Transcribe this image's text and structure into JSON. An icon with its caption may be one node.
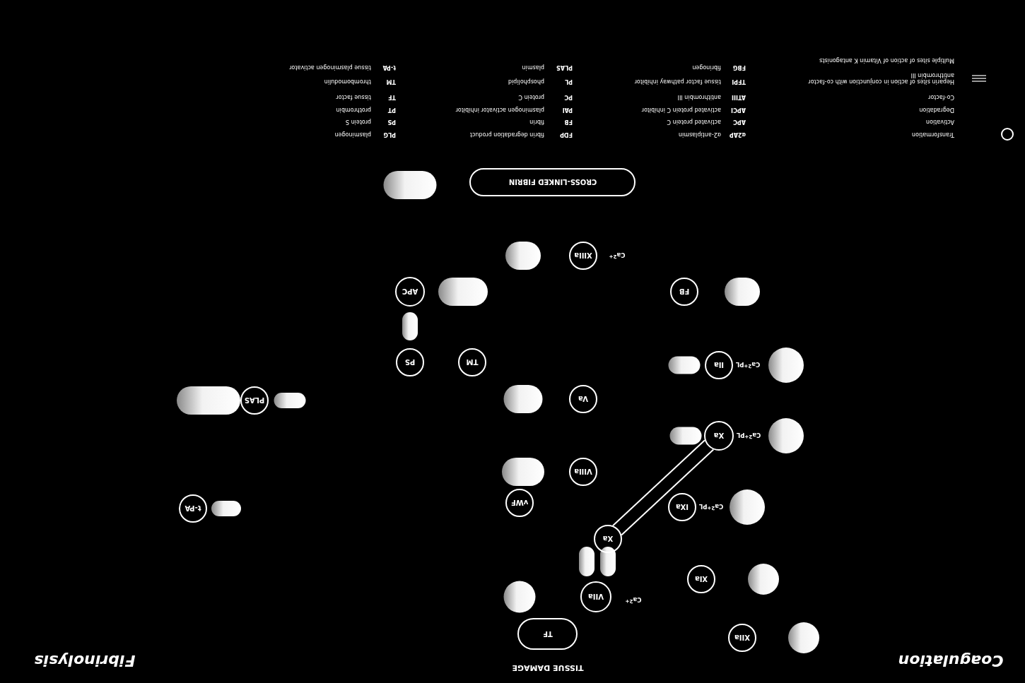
{
  "diagram": {
    "nodes": [
      {
        "text": [
          "XIIa"
        ]
      },
      {
        "text": [
          "TISSUE DAMAGE",
          "TF"
        ]
      },
      {
        "text": [
          "VIIa"
        ],
        "beside": [
          "Ca$^{2+}$"
        ]
      },
      {
        "text": [
          "XIa"
        ]
      },
      {
        "text": [
          "Xa"
        ]
      },
      {
        "text": [
          "IXa"
        ],
        "beside": [
          "Ca$^{2+}$PL"
        ]
      },
      {
        "text": [
          "vWF"
        ]
      },
      {
        "text": [
          "t-PA"
        ]
      },
      {
        "text": [
          "VIIIa"
        ]
      },
      {
        "text": [
          "Xa"
        ],
        "beside": [
          "Ca$^{2+}$PL"
        ]
      },
      {
        "text": [
          "Va"
        ]
      },
      {
        "text": [
          "PLAS"
        ]
      },
      {
        "text": [
          "IIa"
        ],
        "beside": [
          "Ca$^{2+}$PL"
        ]
      },
      {
        "text": [
          "TM"
        ]
      },
      {
        "text": [
          "PS"
        ]
      },
      {
        "text": [
          "FB"
        ]
      },
      {
        "text": [
          "APC"
        ]
      },
      {
        "text": [
          "XIIIa"
        ],
        "beside": [
          "Ca$^{2+}$"
        ]
      },
      {
        "text": [
          "CROSS-LINKED FIBRIN"
        ]
      },
      {
        "text": [],
        "shape": "circle"
      },
      {
        "text": [],
        "shape": "capsule"
      },
      {
        "text": [],
        "shape": "capsule"
      },
      {
        "text": [],
        "shape": "capsule"
      },
      {
        "text": [],
        "shape": "circle"
      },
      {
        "text": [],
        "shape": "circle"
      },
      {
        "text": [],
        "shape": "capsule"
      },
      {
        "text": [],
        "shape": "circle"
      },
      {
        "text": [],
        "shape": "capsule"
      },
      {
        "text": [],
        "shape": "circle"
      },
      {
        "text": [],
        "shape": "circle"
      },
      {
        "text": [],
        "shape": "capsule"
      },
      {
        "text": [],
        "shape": "capsule"
      },
      {
        "text": [],
        "shape": "capsule"
      },
      {
        "text": [],
        "shape": "capsule"
      },
      {
        "text": [],
        "shape": "capsule"
      },
      {
        "text": [],
        "shape": "capsule"
      },
      {
        "text": [],
        "shape": "capsule"
      },
      {
        "text": [],
        "shape": "capsule"
      },
      {
        "text": [],
        "shape": "capsule"
      }
    ],
    "edges": [
      {
        "from": 4,
        "to": 9,
        "arrow": "none"
      },
      {
        "from": 4,
        "to": 9,
        "arrow": "none"
      }
    ],
    "labels": [
      "Coagulation",
      "Fibrinolysis",
      "α2AP",
      "α2-antiplasmin",
      "FDP",
      "fibrin degradation product",
      "PLG",
      "plasminogen",
      "APC",
      "activated protein C",
      "FB",
      "fibrin",
      "PS",
      "protein S",
      "APCI",
      "activated protein C inhibitor",
      "PAI",
      "plasminogen activator inhibitor",
      "PT",
      "prothrombin",
      "ATIII",
      "antithrombin III",
      "PC",
      "protein C",
      "TF",
      "tissue factor",
      "TFPI",
      "tissue factor pathway inhibitor",
      "PL",
      "phospholipid",
      "TM",
      "thrombomodulin",
      "FBG",
      "fibrinogen",
      "PLAS",
      "plasmin",
      "t-PA",
      "tissue plasminogen activator"
    ],
    "legend": [
      {
        "text": "Transformation"
      },
      {
        "text": "Activation"
      },
      {
        "text": "Degradation"
      },
      {
        "text": "Co-factor"
      },
      {
        "text": "Heparin sites of action in conjunction with co-factor antithrombin III"
      },
      {
        "text": "Multiple sites of action of Vitamin K antagonists"
      }
    ]
  }
}
